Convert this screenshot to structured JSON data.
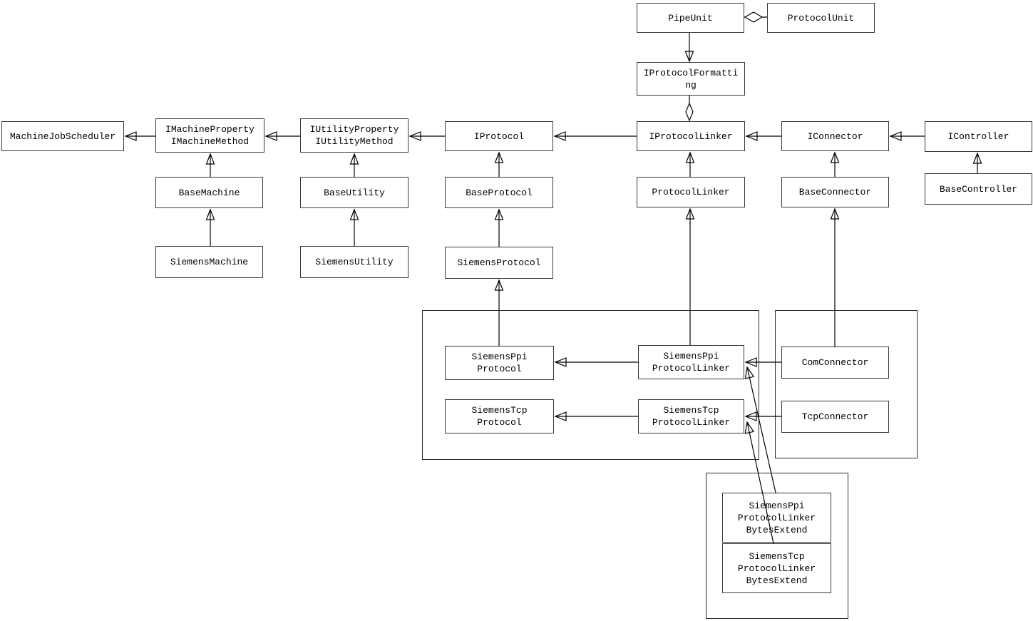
{
  "diagram": {
    "kind": "uml-class-diagram",
    "nodes": [
      {
        "id": "pipe-unit",
        "label": "PipeUnit"
      },
      {
        "id": "protocol-unit",
        "label": "ProtocolUnit"
      },
      {
        "id": "iprotocol-formatting",
        "label": "IProtocolFormatti\nng"
      },
      {
        "id": "machine-job-scheduler",
        "label": "MachineJobScheduler"
      },
      {
        "id": "imachine-property",
        "label": "IMachineProperty\nIMachineMethod"
      },
      {
        "id": "iutility-property",
        "label": "IUtilityProperty\nIUtilityMethod"
      },
      {
        "id": "iprotocol",
        "label": "IProtocol"
      },
      {
        "id": "iprotocol-linker",
        "label": "IProtocolLinker"
      },
      {
        "id": "iconnector",
        "label": "IConnector"
      },
      {
        "id": "icontroller",
        "label": "IController"
      },
      {
        "id": "base-machine",
        "label": "BaseMachine"
      },
      {
        "id": "base-utility",
        "label": "BaseUtility"
      },
      {
        "id": "base-protocol",
        "label": "BaseProtocol"
      },
      {
        "id": "protocol-linker",
        "label": "ProtocolLinker"
      },
      {
        "id": "base-connector",
        "label": "BaseConnector"
      },
      {
        "id": "base-controller",
        "label": "BaseController"
      },
      {
        "id": "siemens-machine",
        "label": "SiemensMachine"
      },
      {
        "id": "siemens-utility",
        "label": "SiemensUtility"
      },
      {
        "id": "siemens-protocol",
        "label": "SiemensProtocol"
      },
      {
        "id": "siemens-ppi-protocol",
        "label": "SiemensPpi\nProtocol"
      },
      {
        "id": "siemens-tcp-protocol",
        "label": "SiemensTcp\nProtocol"
      },
      {
        "id": "siemens-ppi-protocol-linker",
        "label": "SiemensPpi\nProtocolLinker"
      },
      {
        "id": "siemens-tcp-protocol-linker",
        "label": "SiemensTcp\nProtocolLinker"
      },
      {
        "id": "com-connector",
        "label": "ComConnector"
      },
      {
        "id": "tcp-connector",
        "label": "TcpConnector"
      },
      {
        "id": "siemens-ppi-protocol-linker-bytes-extend",
        "label": "SiemensPpi\nProtocolLinker\nBytesExtend"
      },
      {
        "id": "siemens-tcp-protocol-linker-bytes-extend",
        "label": "SiemensTcp\nProtocolLinker\nBytesExtend"
      }
    ],
    "groups": [
      {
        "id": "group-siemens-protocol-linkers",
        "members": [
          "siemens-ppi-protocol",
          "siemens-tcp-protocol",
          "siemens-ppi-protocol-linker",
          "siemens-tcp-protocol-linker"
        ]
      },
      {
        "id": "group-connectors",
        "members": [
          "com-connector",
          "tcp-connector"
        ]
      },
      {
        "id": "group-bytes-extend",
        "members": [
          "siemens-ppi-protocol-linker-bytes-extend",
          "siemens-tcp-protocol-linker-bytes-extend"
        ]
      }
    ],
    "edges": [
      {
        "from": "pipe-unit",
        "to": "protocol-unit",
        "type": "aggregation-diamond-at-pipe-unit"
      },
      {
        "from": "pipe-unit",
        "to": "iprotocol-formatting",
        "type": "generalization-open-arrow-down"
      },
      {
        "from": "iprotocol-linker",
        "to": "iprotocol-formatting",
        "type": "aggregation-diamond-at-iprotocol-linker"
      },
      {
        "from": "imachine-property",
        "to": "machine-job-scheduler",
        "type": "association-solid-arrow"
      },
      {
        "from": "iutility-property",
        "to": "imachine-property",
        "type": "association-solid-arrow"
      },
      {
        "from": "iprotocol",
        "to": "iutility-property",
        "type": "association-solid-arrow"
      },
      {
        "from": "iprotocol-linker",
        "to": "iprotocol",
        "type": "association-solid-arrow"
      },
      {
        "from": "iconnector",
        "to": "iprotocol-linker",
        "type": "association-solid-arrow"
      },
      {
        "from": "icontroller",
        "to": "iconnector",
        "type": "association-solid-arrow"
      },
      {
        "from": "base-machine",
        "to": "imachine-property",
        "type": "generalization"
      },
      {
        "from": "base-utility",
        "to": "iutility-property",
        "type": "generalization"
      },
      {
        "from": "base-protocol",
        "to": "iprotocol",
        "type": "generalization"
      },
      {
        "from": "protocol-linker",
        "to": "iprotocol-linker",
        "type": "generalization"
      },
      {
        "from": "base-connector",
        "to": "iconnector",
        "type": "generalization"
      },
      {
        "from": "base-controller",
        "to": "icontroller",
        "type": "generalization"
      },
      {
        "from": "siemens-machine",
        "to": "base-machine",
        "type": "generalization"
      },
      {
        "from": "siemens-utility",
        "to": "base-utility",
        "type": "generalization"
      },
      {
        "from": "siemens-protocol",
        "to": "base-protocol",
        "type": "generalization"
      },
      {
        "from": "siemens-ppi-protocol",
        "to": "siemens-protocol",
        "type": "generalization"
      },
      {
        "from": "siemens-ppi-protocol-linker",
        "to": "protocol-linker",
        "type": "generalization"
      },
      {
        "from": "com-connector",
        "to": "base-connector",
        "type": "generalization"
      },
      {
        "from": "siemens-ppi-protocol-linker",
        "to": "siemens-ppi-protocol",
        "type": "association-solid-arrow"
      },
      {
        "from": "siemens-tcp-protocol-linker",
        "to": "siemens-tcp-protocol",
        "type": "association-solid-arrow"
      },
      {
        "from": "com-connector",
        "to": "siemens-ppi-protocol-linker",
        "type": "association-solid-arrow"
      },
      {
        "from": "tcp-connector",
        "to": "siemens-tcp-protocol-linker",
        "type": "association-solid-arrow"
      },
      {
        "from": "siemens-ppi-protocol-linker-bytes-extend",
        "to": "siemens-ppi-protocol-linker",
        "type": "association-solid-arrow"
      },
      {
        "from": "siemens-tcp-protocol-linker-bytes-extend",
        "to": "siemens-tcp-protocol-linker",
        "type": "association-solid-arrow"
      }
    ],
    "colors": {
      "line": "#000000",
      "box_border": "#383838",
      "box_fill": "#ffffff",
      "background": "#ffffff"
    }
  }
}
